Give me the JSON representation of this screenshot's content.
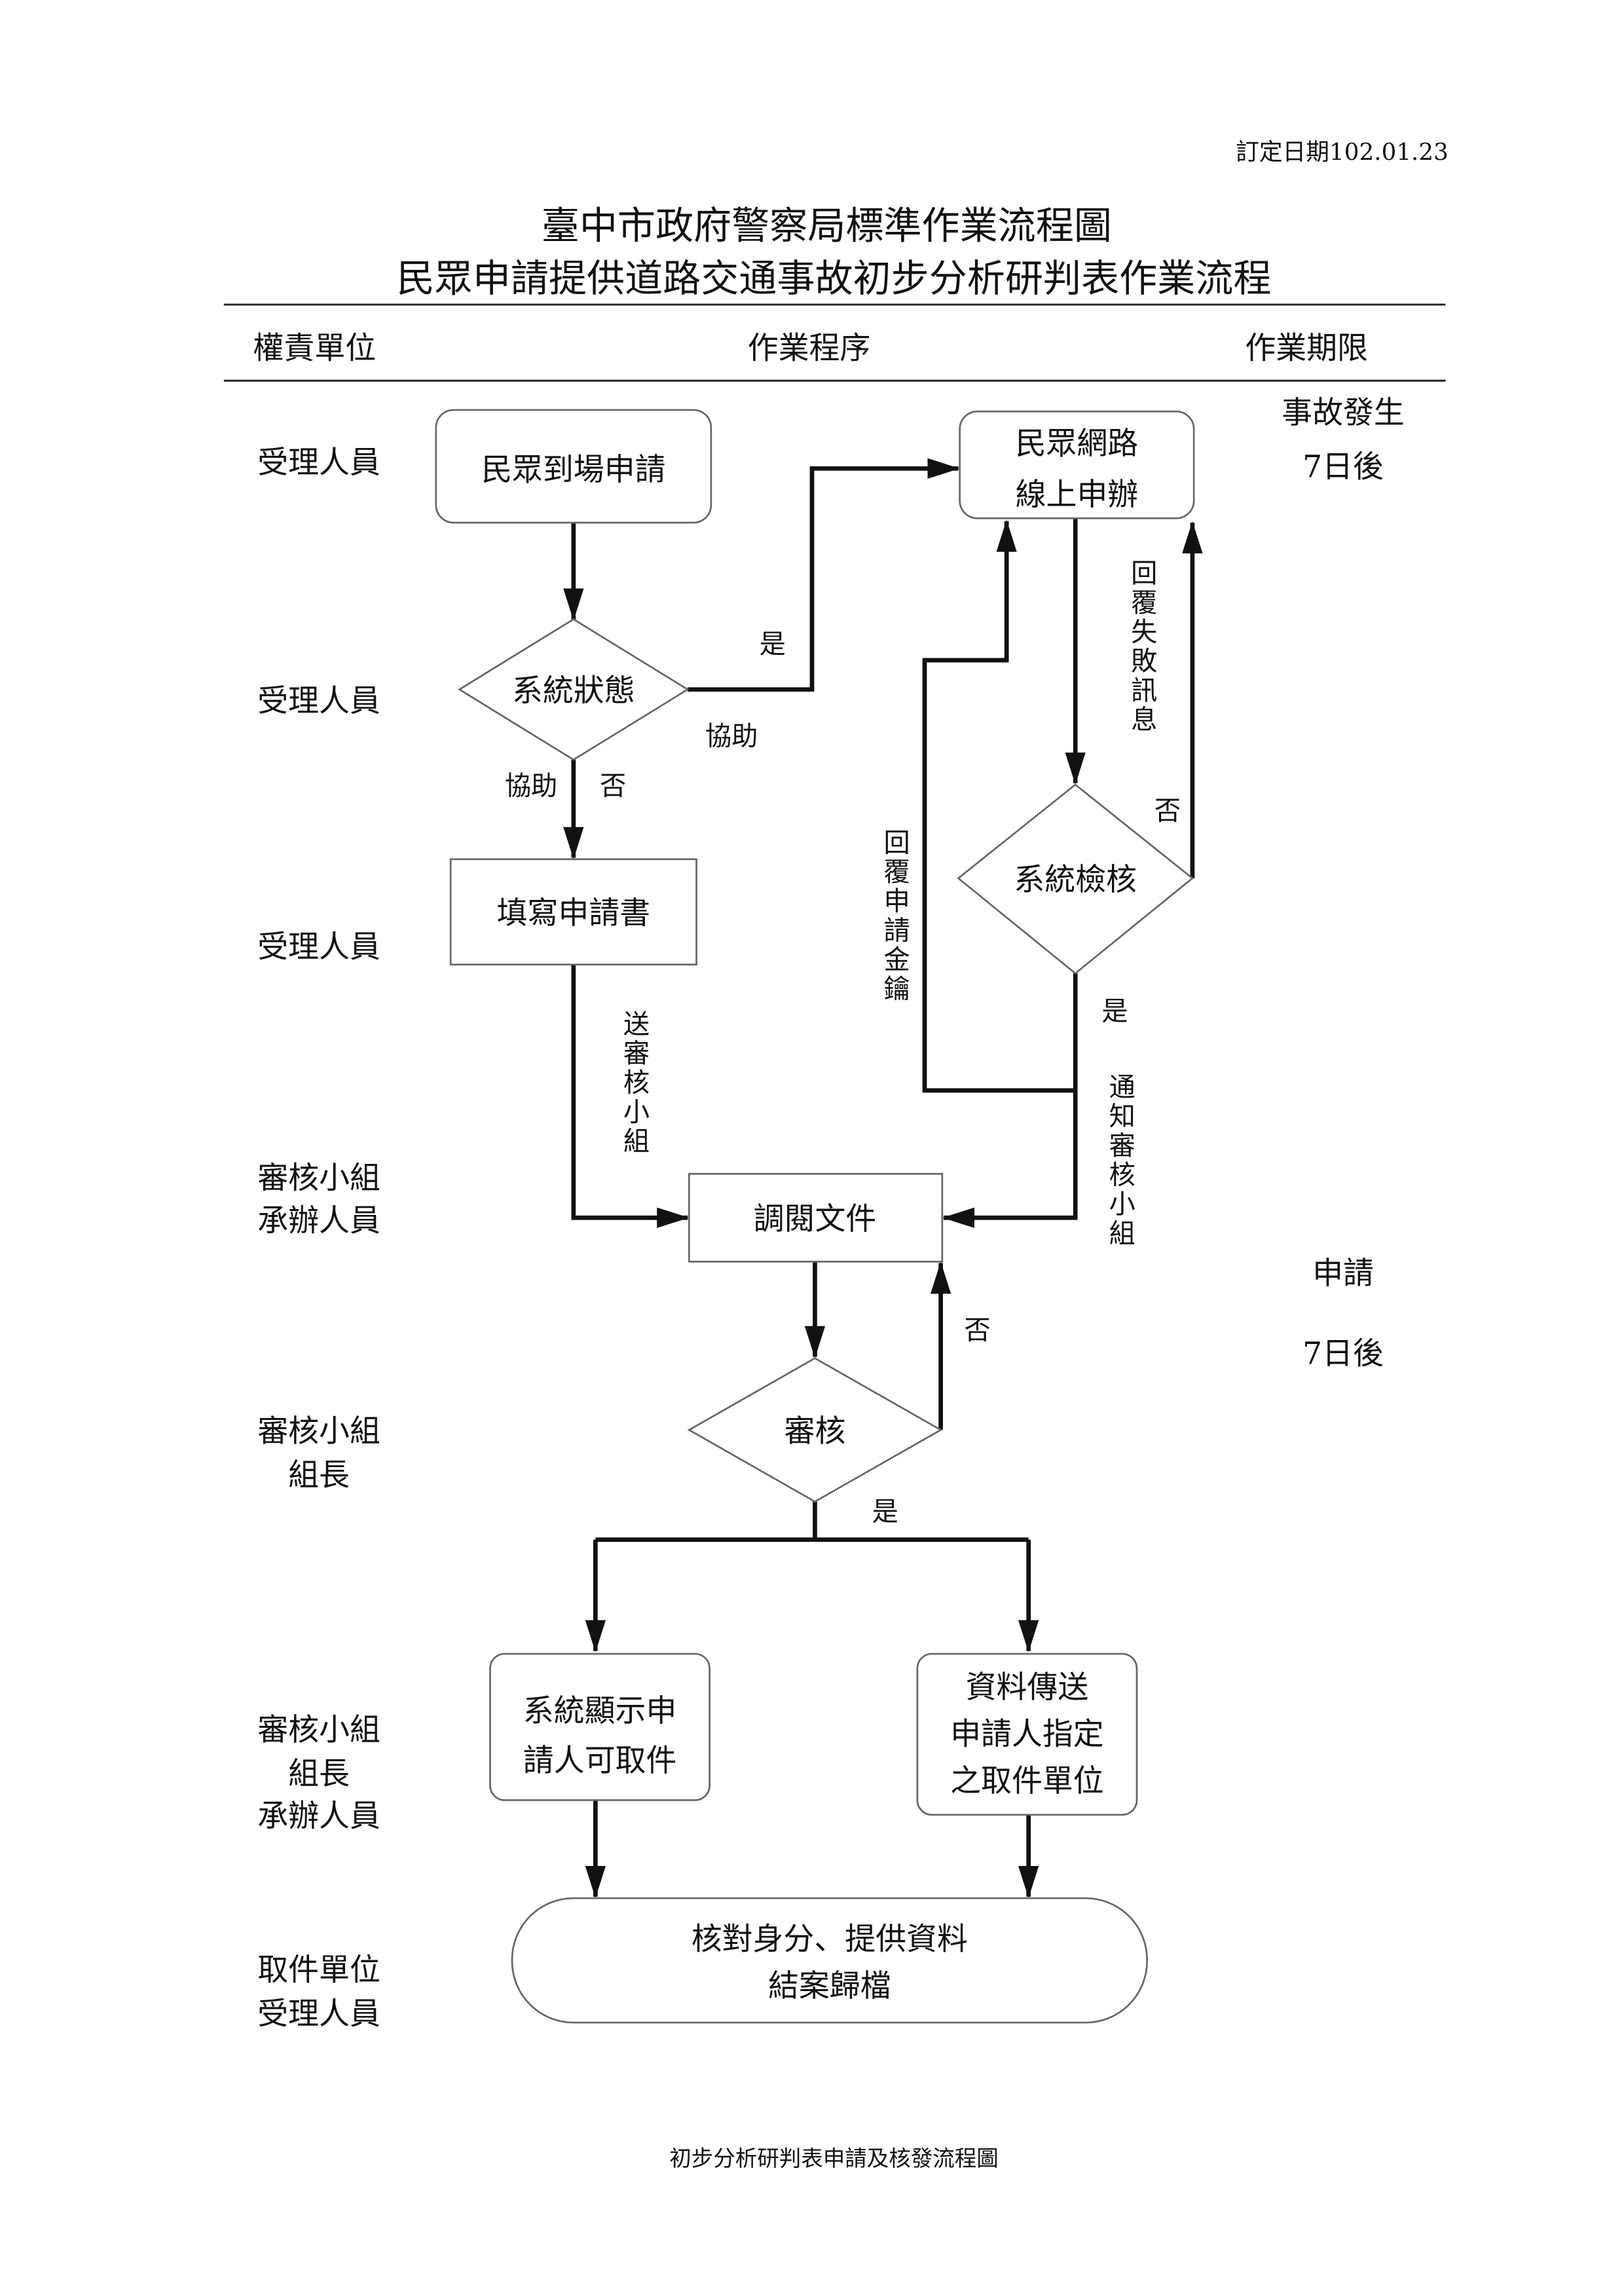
{
  "date": "訂定日期102.01.23",
  "title": {
    "line1": "臺中市政府警察局標準作業流程圖",
    "line2": "民眾申請提供道路交通事故初步分析研判表作業流程"
  },
  "header": {
    "col1": "權責單位",
    "col2": "作業程序",
    "col3": "作業期限"
  },
  "roles": [
    [
      "受理人員"
    ],
    [
      "受理人員"
    ],
    [
      "受理人員"
    ],
    [
      "審核小組",
      "承辦人員"
    ],
    [
      "審核小組",
      "組長"
    ],
    [
      "審核小組",
      "組長",
      "承辦人員"
    ],
    [
      "取件單位",
      "受理人員"
    ]
  ],
  "deadlines": {
    "d1_line1": "事故發生",
    "d1_line2": "7日後",
    "d2_line1": "申請",
    "d2_line2": "7日後"
  },
  "nodes": {
    "onsite": "民眾到場申請",
    "online": [
      "民眾網路",
      "線上申辦"
    ],
    "system_status": "系統狀態",
    "fill_form": "填寫申請書",
    "system_check": "系統檢核",
    "review_docs": "調閱文件",
    "review": "審核",
    "show_pickup": [
      "系統顯示申",
      "請人可取件"
    ],
    "send_data": [
      "資料傳送",
      "申請人指定",
      "之取件單位"
    ],
    "finish": [
      "核對身分、提供資料",
      "結案歸檔"
    ]
  },
  "edge_labels": {
    "yes1": "是",
    "assist1": "協助",
    "assist2": "協助",
    "no1": "否",
    "send_review": "送審核小組",
    "reply_fail": "回覆失敗訊息",
    "no2": "否",
    "reply_key": "回覆申請金鑰",
    "yes2": "是",
    "notify_review": "通知審核小組",
    "no3": "否",
    "yes3": "是"
  },
  "footer": "初步分析研判表申請及核發流程圖"
}
